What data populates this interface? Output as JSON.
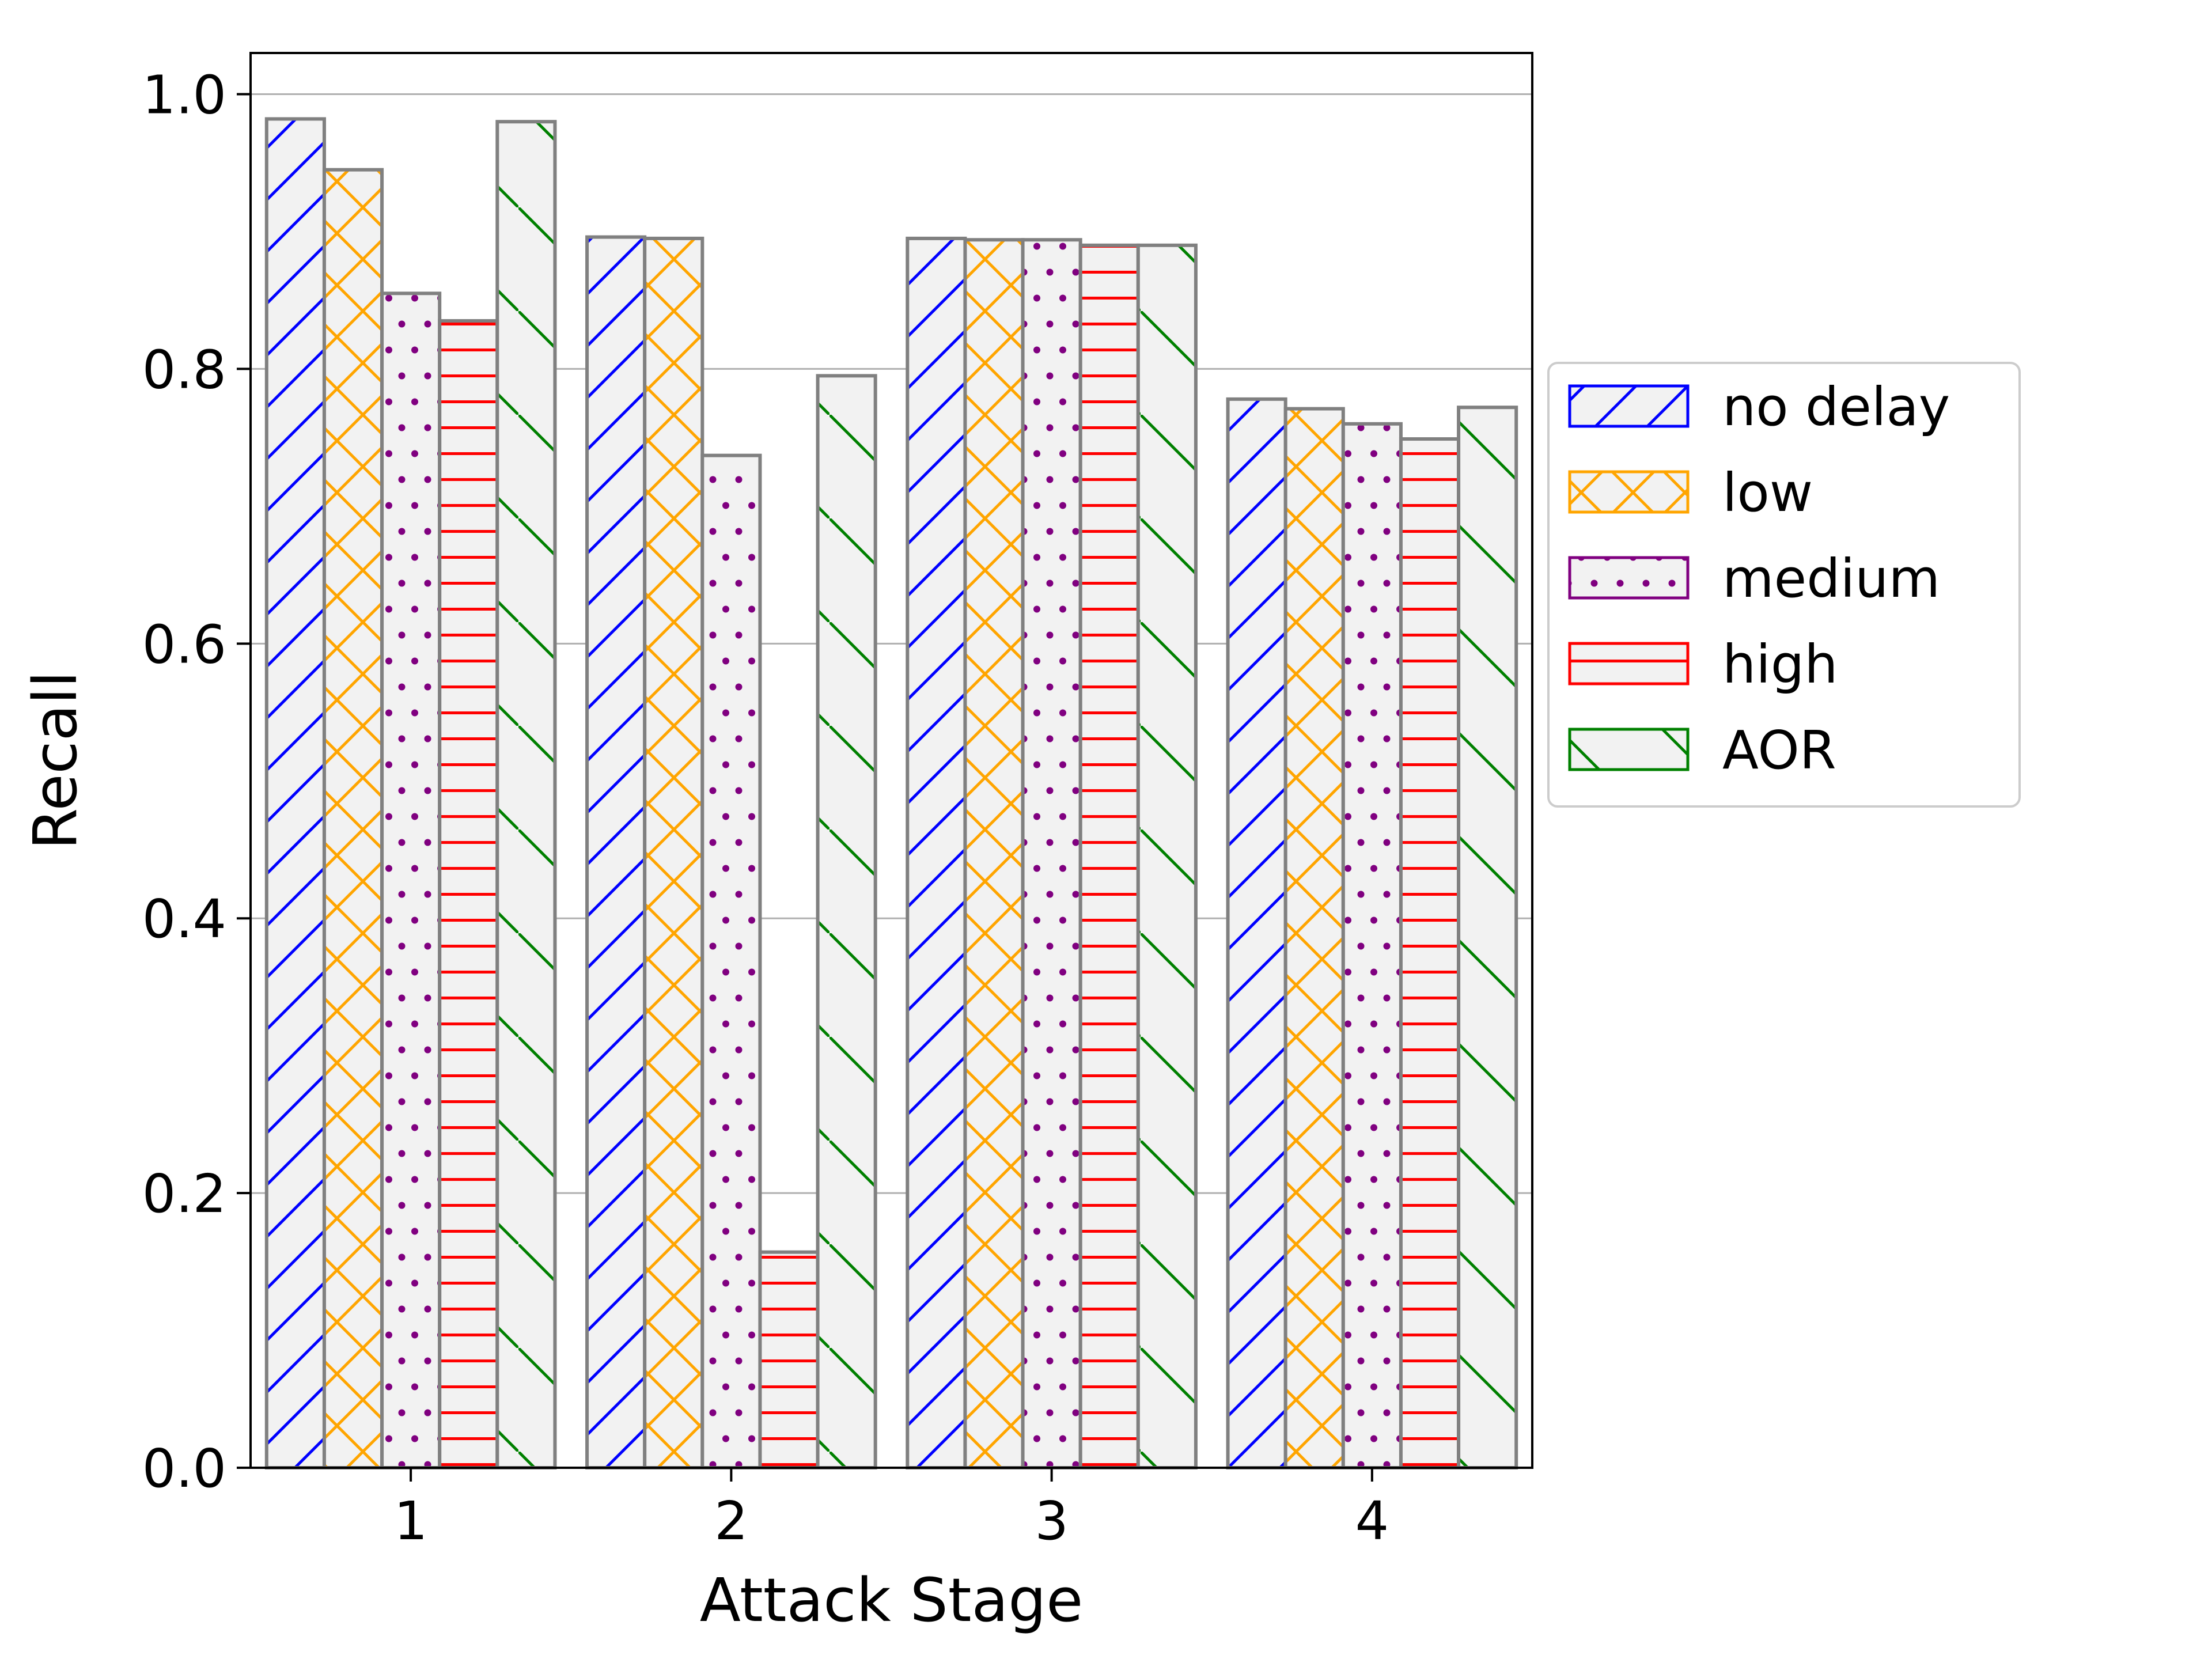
{
  "chart_data": {
    "type": "bar",
    "title": "",
    "xlabel": "Attack Stage",
    "ylabel": "Recall",
    "ylim": [
      0,
      1.03
    ],
    "yticks": [
      "0.0",
      "0.2",
      "0.4",
      "0.6",
      "0.8",
      "1.0"
    ],
    "ytick_values": [
      0,
      0.2,
      0.4,
      0.6,
      0.8,
      1.0
    ],
    "categories": [
      "1",
      "2",
      "3",
      "4"
    ],
    "grid": "horizontal",
    "legend_position": "right, outside",
    "series": [
      {
        "name": "no delay",
        "color": "#0000ff",
        "hatch": "forward-diagonal",
        "values": [
          0.982,
          0.896,
          0.895,
          0.778
        ]
      },
      {
        "name": "low",
        "color": "#ffa500",
        "hatch": "cross",
        "values": [
          0.945,
          0.895,
          0.894,
          0.771
        ]
      },
      {
        "name": "medium",
        "color": "#800080",
        "hatch": "dots",
        "values": [
          0.855,
          0.737,
          0.894,
          0.76
        ]
      },
      {
        "name": "high",
        "color": "#ff0000",
        "hatch": "horizontal",
        "values": [
          0.835,
          0.157,
          0.89,
          0.749
        ]
      },
      {
        "name": "AOR",
        "color": "#008000",
        "hatch": "back-diagonal",
        "values": [
          0.98,
          0.795,
          0.89,
          0.772
        ]
      }
    ],
    "bar_fill": "#f2f2f2",
    "bar_edge": "#808080"
  }
}
